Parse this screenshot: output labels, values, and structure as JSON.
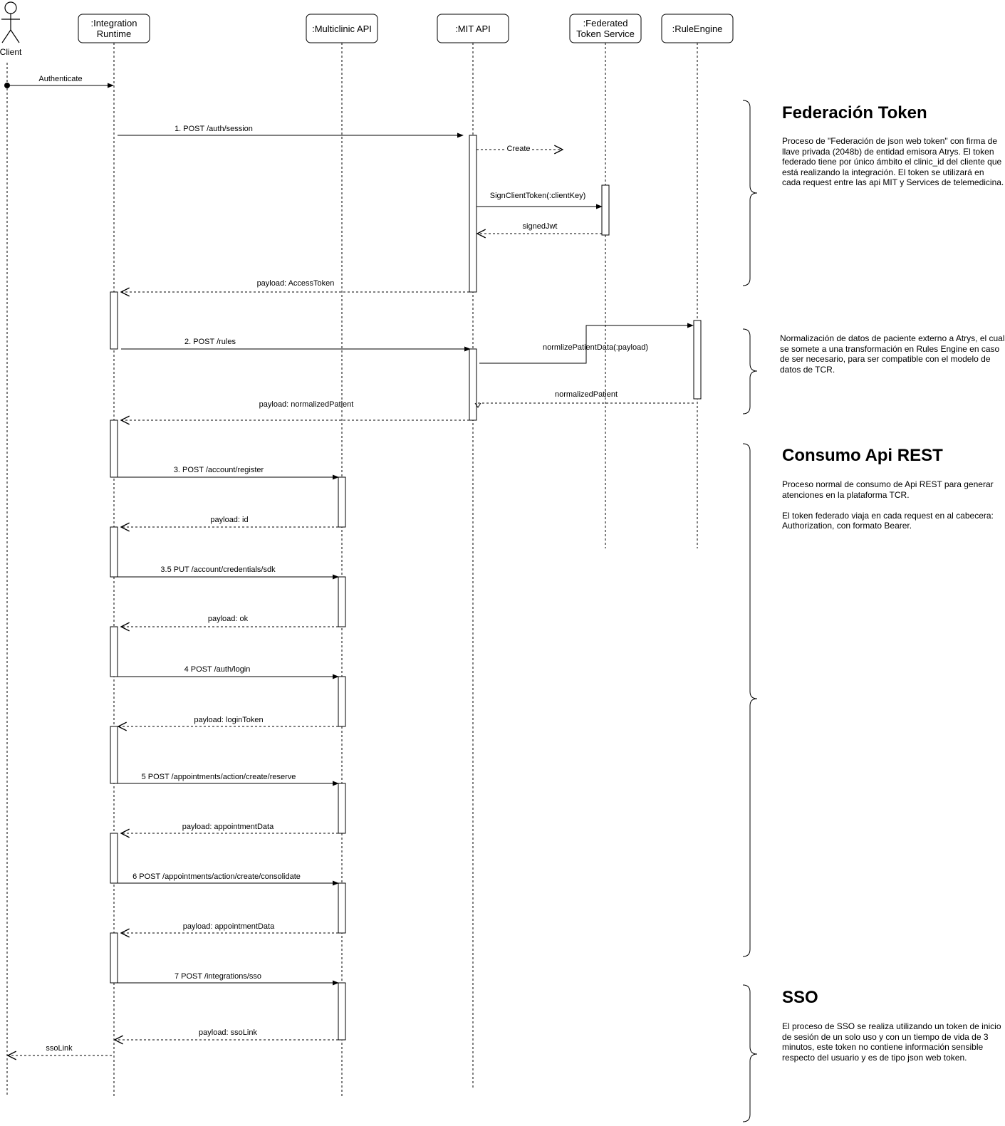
{
  "participants": {
    "client": "Client",
    "integration_runtime": ":Integration\nRuntime",
    "multiclinic_api": ":Multiclinic API",
    "mit_api": ":MIT API",
    "federated_token_service": ":Federated\nToken Service",
    "rule_engine": ":RuleEngine"
  },
  "messages": {
    "authenticate": "Authenticate",
    "m1": "1. POST /auth/session",
    "create": "Create",
    "sign_client_token": "SignClientToken(:clientKey)",
    "signed_jwt": "signedJwt",
    "payload_access_token": "payload: AccessToken",
    "m2": "2. POST /rules",
    "normalize_patient_data": "normlizePatientData(:payload)",
    "normalized_patient": "normalizedPatient",
    "payload_normalized_patient": "payload: normalizedPatient",
    "m3": "3. POST /account/register",
    "payload_id": "payload: id",
    "m3_5": "3.5 PUT /account/credentials/sdk",
    "payload_ok": "payload: ok",
    "m4": "4 POST /auth/login",
    "payload_login_token": "payload: loginToken",
    "m5": "5 POST /appointments/action/create/reserve",
    "payload_appointment_data_1": "payload: appointmentData",
    "m6": "6 POST /appointments/action/create/consolidate",
    "payload_appointment_data_2": "payload: appointmentData",
    "m7": "7 POST /integrations/sso",
    "payload_sso_link": "payload: ssoLink",
    "sso_link": "ssoLink"
  },
  "notes": {
    "federation": {
      "title": "Federación Token",
      "body": "Proceso de \"Federación de json web token\" con firma de\nllave privada (2048b) de entidad emisora Atrys. El token\nfederado tiene por único ámbito el clinic_id del cliente que\nestá realizando la integración. El token se utilizará en\ncada request entre las api MIT y Services de telemedicina."
    },
    "normalization": {
      "body": "Normalización de datos de paciente externo a Atrys, el cual\nse somete a una transformación en Rules Engine en caso\nde ser necesario, para ser compatible con el modelo de\ndatos de TCR."
    },
    "consumo": {
      "title": "Consumo Api REST",
      "body": "Proceso normal de consumo de Api REST para generar\natenciones en la plataforma TCR.\n\nEl token federado viaja en cada request en al cabecera:\nAuthorization, con formato Bearer."
    },
    "sso": {
      "title": "SSO",
      "body": "El proceso de SSO se realiza utilizando un token de inicio\nde sesión de un solo uso y con un tiempo de vida de 3\nminutos, este token no contiene información sensible\nrespecto del usuario y es de tipo json web token."
    }
  }
}
